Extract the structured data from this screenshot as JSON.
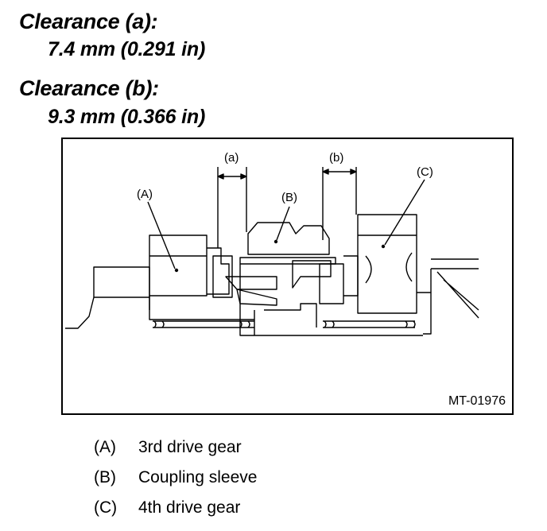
{
  "specs": [
    {
      "label": "Clearance (a):",
      "value": "7.4 mm (0.291 in)"
    },
    {
      "label": "Clearance (b):",
      "value": "9.3 mm (0.366 in)"
    }
  ],
  "figure": {
    "code": "MT-01976",
    "callouts": {
      "a": "(a)",
      "b": "(b)",
      "A": "(A)",
      "B": "(B)",
      "C": "(C)"
    }
  },
  "legend": [
    {
      "key": "(A)",
      "text": "3rd drive gear"
    },
    {
      "key": "(B)",
      "text": "Coupling sleeve"
    },
    {
      "key": "(C)",
      "text": "4th drive gear"
    }
  ]
}
